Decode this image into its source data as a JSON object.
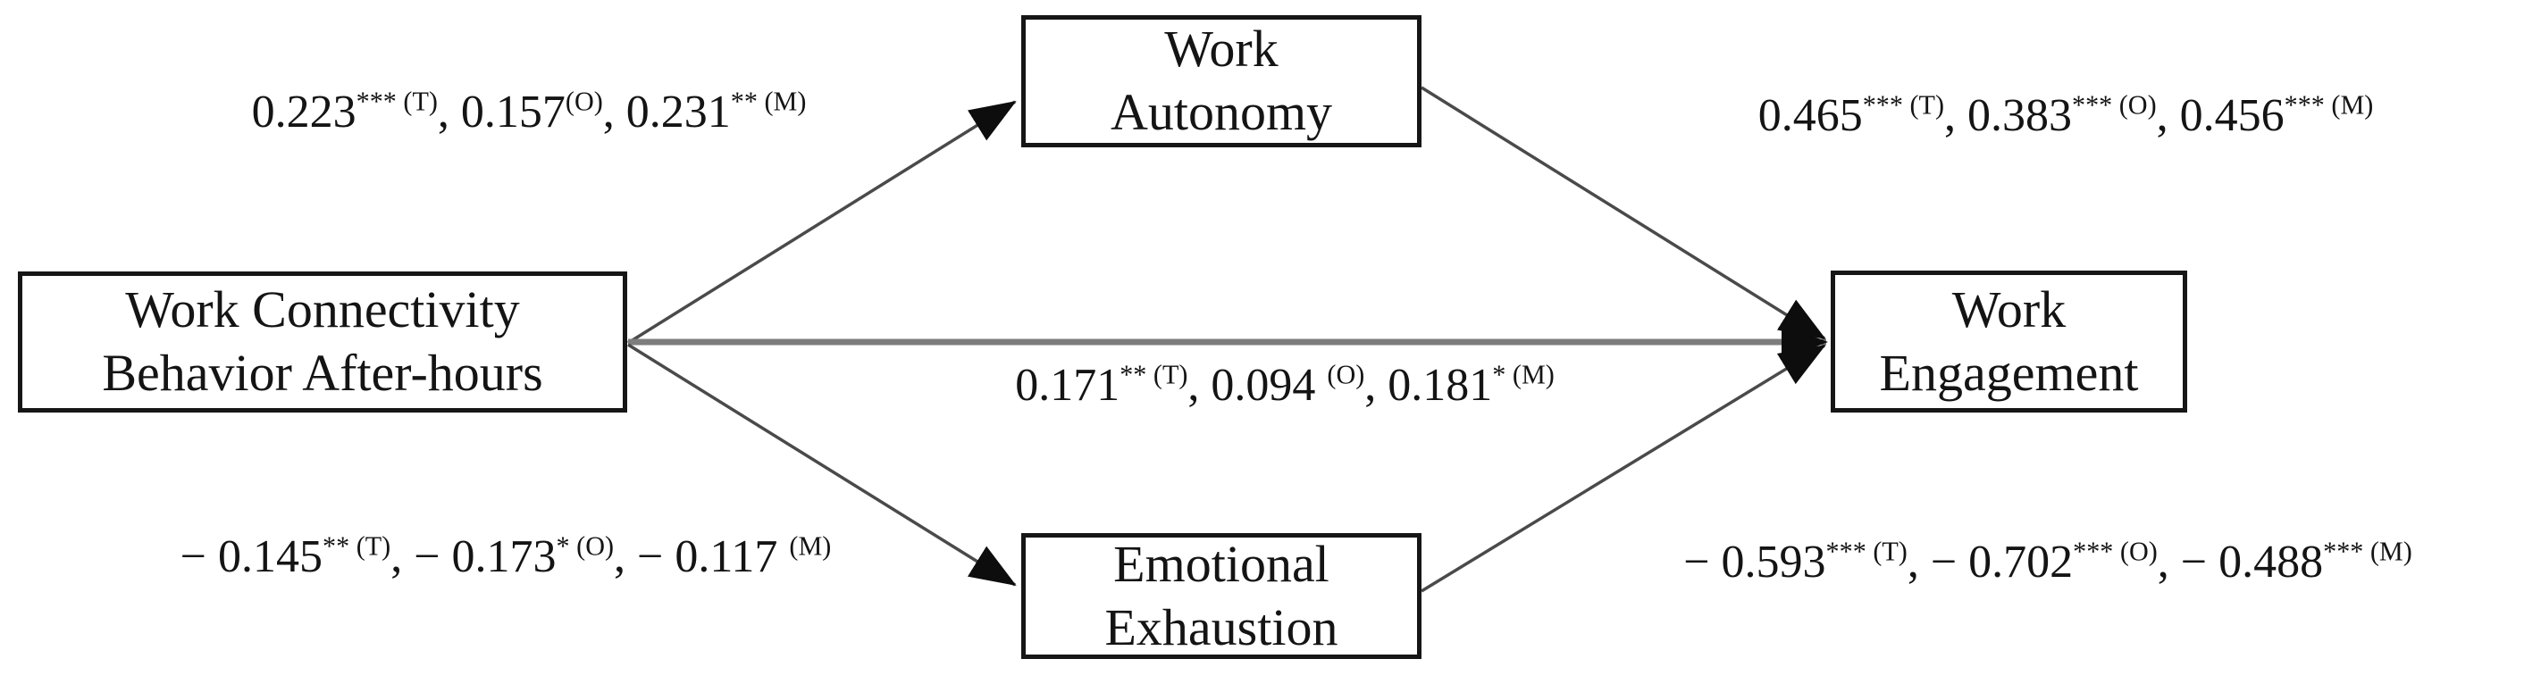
{
  "diagram_type": "mediation-path-model",
  "colors": {
    "edge": "#4a4a4a",
    "direct_edge": "#7d7d7d",
    "arrow": "#0d0d0d",
    "box_border": "#161616",
    "text": "#141414",
    "background": "#ffffff"
  },
  "nodes": {
    "wcba": {
      "label": "Work Connectivity\nBehavior After-hours"
    },
    "autonomy": {
      "label": "Work\nAutonomy"
    },
    "exhaustion": {
      "label": "Emotional\nExhaustion"
    },
    "engagement": {
      "label": "Work Engagement"
    }
  },
  "edges": {
    "wcba_to_autonomy": {
      "from": "Work Connectivity Behavior After-hours",
      "to": "Work Autonomy",
      "text": "0.223*** (T), 0.157(O), 0.231** (M)",
      "segments": [
        {
          "t": "0.223"
        },
        {
          "t": "*** (T)",
          "sup": true
        },
        {
          "t": ", 0.157"
        },
        {
          "t": "(O)",
          "sup": true
        },
        {
          "t": ", 0.231"
        },
        {
          "t": "** (M)",
          "sup": true
        }
      ]
    },
    "autonomy_to_engagement": {
      "from": "Work Autonomy",
      "to": "Work Engagement",
      "text": "0.465*** (T), 0.383*** (O), 0.456*** (M)",
      "segments": [
        {
          "t": "0.465"
        },
        {
          "t": "*** (T)",
          "sup": true
        },
        {
          "t": ", 0.383"
        },
        {
          "t": "*** (O)",
          "sup": true
        },
        {
          "t": ", 0.456"
        },
        {
          "t": "*** (M)",
          "sup": true
        }
      ]
    },
    "wcba_to_engagement": {
      "from": "Work Connectivity Behavior After-hours",
      "to": "Work Engagement",
      "text": "0.171** (T), 0.094 (O), 0.181* (M)",
      "segments": [
        {
          "t": "0.171"
        },
        {
          "t": "** (T)",
          "sup": true
        },
        {
          "t": ", 0.094 "
        },
        {
          "t": "(O)",
          "sup": true
        },
        {
          "t": ", 0.181"
        },
        {
          "t": "* (M)",
          "sup": true
        }
      ]
    },
    "wcba_to_exhaustion": {
      "from": "Work Connectivity Behavior After-hours",
      "to": "Emotional Exhaustion",
      "text": "− 0.145** (T), − 0.173* (O), − 0.117 (M)",
      "segments": [
        {
          "t": "− 0.145"
        },
        {
          "t": "** (T)",
          "sup": true
        },
        {
          "t": ", − 0.173"
        },
        {
          "t": "* (O)",
          "sup": true
        },
        {
          "t": ", − 0.117 "
        },
        {
          "t": "(M)",
          "sup": true
        }
      ]
    },
    "exhaustion_to_engagement": {
      "from": "Emotional Exhaustion",
      "to": "Work Engagement",
      "text": "− 0.593*** (T), − 0.702*** (O), − 0.488*** (M)",
      "segments": [
        {
          "t": "− 0.593"
        },
        {
          "t": "*** (T)",
          "sup": true
        },
        {
          "t": ", − 0.702"
        },
        {
          "t": "*** (O)",
          "sup": true
        },
        {
          "t": ", − 0.488"
        },
        {
          "t": "*** (M)",
          "sup": true
        }
      ]
    }
  }
}
